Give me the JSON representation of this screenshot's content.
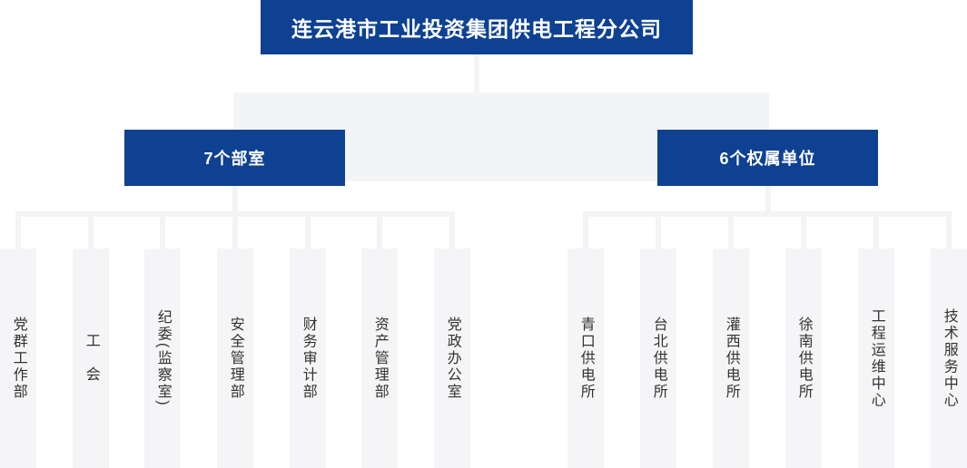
{
  "colors": {
    "node_blue": "#0e4192",
    "node_text": "#ffffff",
    "connector_gray": "#f3f4f5",
    "column_bg": "#f5f5f7",
    "column_text": "#333333",
    "page_bg": "#ffffff"
  },
  "org_chart": {
    "root": {
      "label": "连云港市工业投资集团供电工程分公司"
    },
    "groups": [
      {
        "label": "7个部室",
        "children": [
          "党群工作部",
          "工　会",
          "纪委(监察室)",
          "安全管理部",
          "财务审计部",
          "资产管理部",
          "党政办公室"
        ]
      },
      {
        "label": "6个权属单位",
        "children": [
          "青口供电所",
          "台北供电所",
          "灌西供电所",
          "徐南供电所",
          "工程运维中心",
          "技术服务中心"
        ]
      }
    ]
  }
}
